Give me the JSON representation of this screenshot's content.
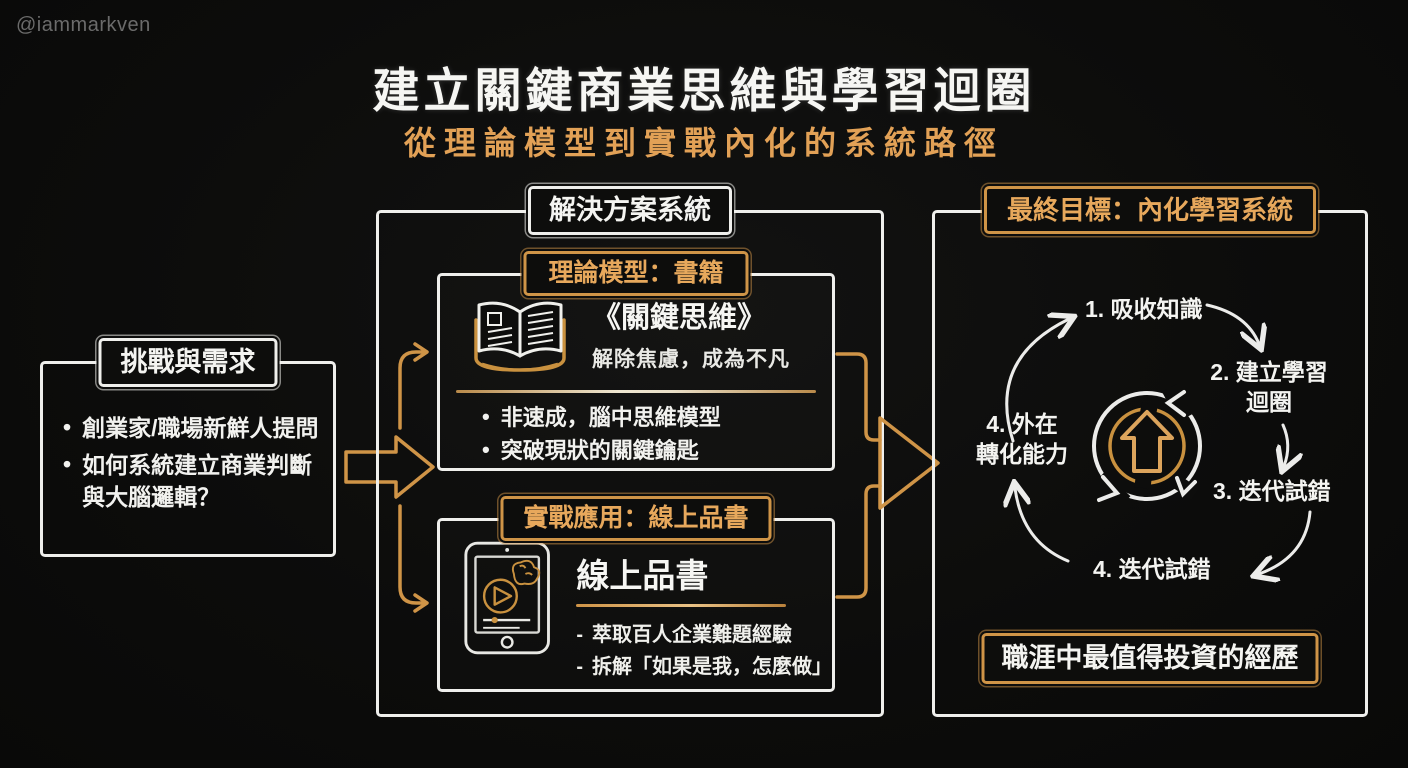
{
  "watermark": "@iammarkven",
  "header": {
    "title": "建立關鍵商業思維與學習迴圈",
    "subtitle": "從理論模型到實戰內化的系統路徑"
  },
  "challenge_box": {
    "label": "挑戰與需求",
    "bullet": "•",
    "items": [
      "創業家/職場新鮮人提問",
      "如何系統建立商業判斷與大腦邏輯？"
    ]
  },
  "solution_box": {
    "label": "解決方案系統",
    "book_box": {
      "label": "理論模型：書籍",
      "title": "《關鍵思維》",
      "tagline": "解除焦慮，成為不凡",
      "bullet": "•",
      "items": [
        "非速成，腦中思維模型",
        "突破現狀的關鍵鑰匙"
      ]
    },
    "reading_box": {
      "label": "實戰應用：線上品書",
      "title": "線上品書",
      "dash": "-",
      "items": [
        "萃取百人企業難題經驗",
        "拆解「如果是我，怎麼做」"
      ]
    }
  },
  "goal_box": {
    "label": "最終目標：內化學習系統",
    "loop_steps": {
      "step1": "1. 吸收知識",
      "step2_line1": "2. 建立學習",
      "step2_line2": "迴圈",
      "step3": "3. 迭代試錯",
      "step4_bottom": "4. 迭代試錯",
      "step4_left_line1": "4. 外在",
      "step4_left_line2": "轉化能力"
    },
    "footer_label": "職涯中最值得投資的經歷"
  },
  "colors": {
    "background": "#0d0d0c",
    "text_white": "#f2f2ef",
    "accent_orange_stroke": "#cf9447",
    "accent_orange_text": "#e2a156",
    "watermark_gray": "#6b6b6b"
  }
}
